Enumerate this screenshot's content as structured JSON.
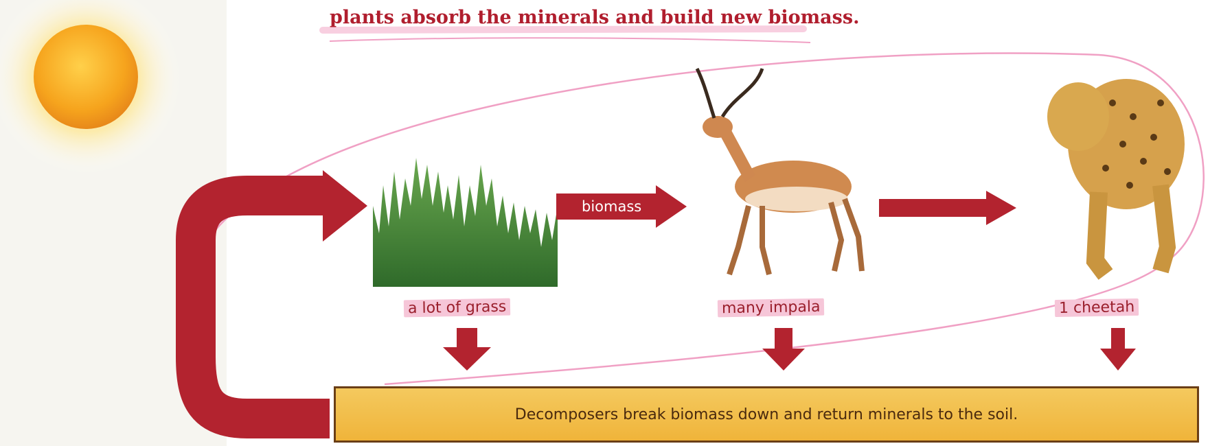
{
  "heading": "plants absorb the minerals and build new biomass.",
  "labels": {
    "grass": "a lot of grass",
    "impala": "many impala",
    "cheetah": "1 cheetah",
    "arrow": "biomass"
  },
  "decomposer_text": "Decomposers break biomass down and return minerals to the soil.",
  "colors": {
    "arrow": "#b3232f",
    "box": "#f2bd46",
    "highlight": "#f2a9c6",
    "grass": "#4f8a3a"
  }
}
